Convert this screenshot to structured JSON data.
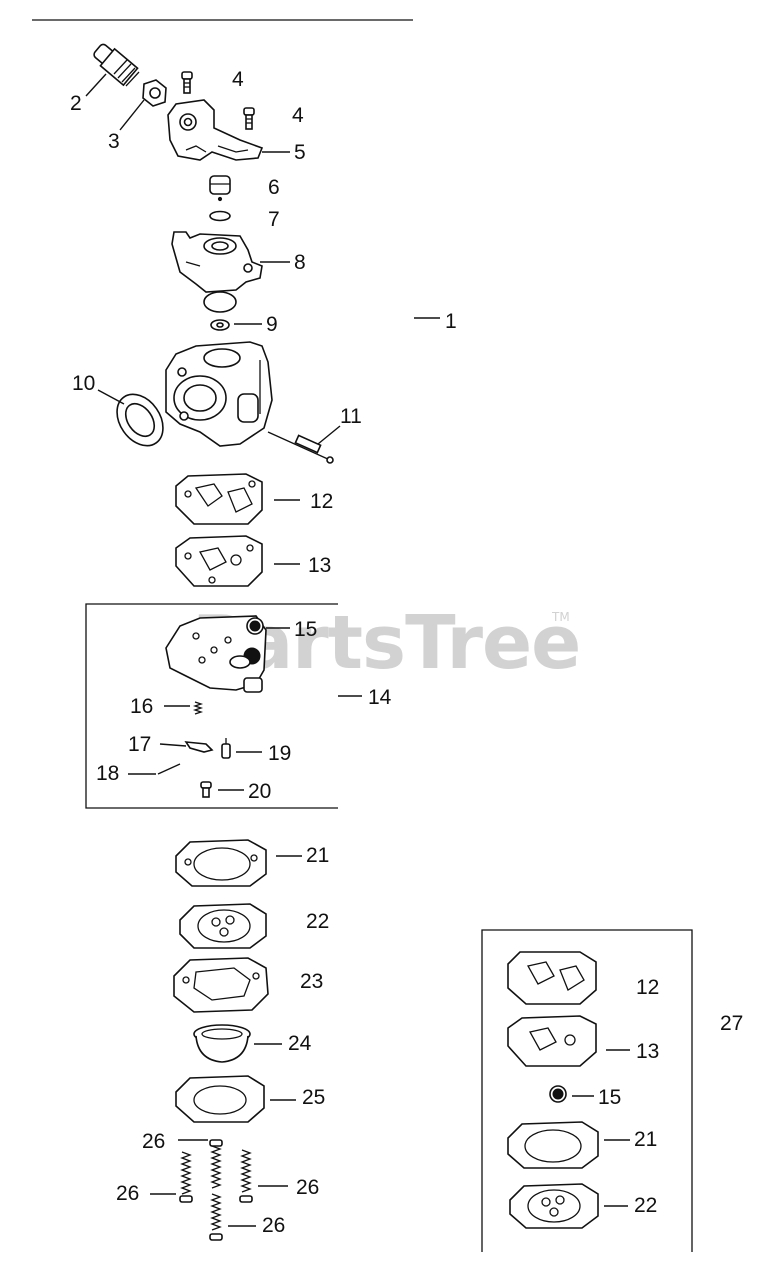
{
  "watermark": {
    "text": "PartsTree",
    "trademark": "TM"
  },
  "callouts": {
    "c1": "1",
    "c2": "2",
    "c3": "3",
    "c4a": "4",
    "c4b": "4",
    "c5": "5",
    "c6": "6",
    "c7": "7",
    "c8": "8",
    "c9": "9",
    "c10": "10",
    "c11": "11",
    "c12": "12",
    "c13": "13",
    "c14": "14",
    "c15": "15",
    "c16": "16",
    "c17": "17",
    "c18": "18",
    "c19": "19",
    "c20": "20",
    "c21": "21",
    "c22": "22",
    "c23": "23",
    "c24": "24",
    "c25": "25",
    "c26a": "26",
    "c26b": "26",
    "c26c": "26",
    "c26d": "26",
    "c27": "27",
    "k12": "12",
    "k13": "13",
    "k15": "15",
    "k21": "21",
    "k22": "22"
  }
}
